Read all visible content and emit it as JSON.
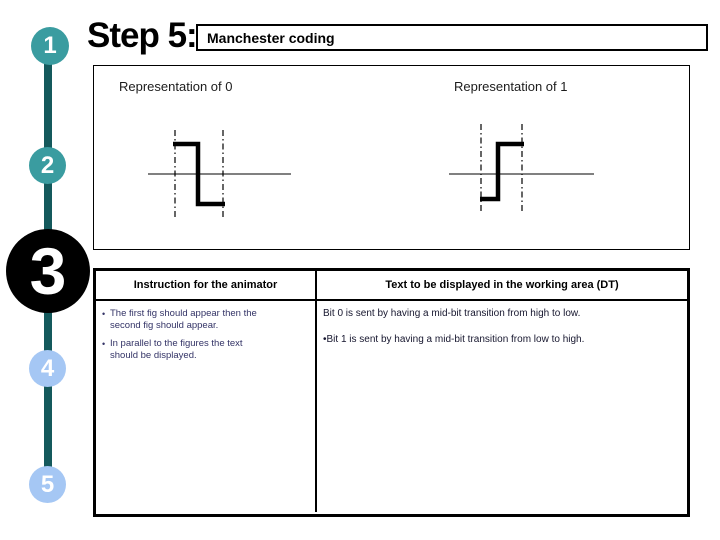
{
  "slide": {
    "background_color": "#ffffff"
  },
  "timeline": {
    "line_color": "#14595c",
    "steps": [
      {
        "label": "1",
        "color": "#3a9ca0",
        "current": false
      },
      {
        "label": "2",
        "color": "#3a9ca0",
        "current": false
      },
      {
        "label": "3",
        "color": "#000000",
        "current": true
      },
      {
        "label": "4",
        "color": "#a5c7f4",
        "current": false
      },
      {
        "label": "5",
        "color": "#a5c7f4",
        "current": false
      }
    ]
  },
  "header": {
    "step_label": "Step 5:",
    "topic": "Manchester coding"
  },
  "figure": {
    "label_0": "Representation of 0",
    "label_1": "Representation of 1",
    "waveform_0_description": "mid-bit transition from high to low",
    "waveform_1_description": "mid-bit transition from low to high"
  },
  "table": {
    "header_left": "Instruction for the animator",
    "header_right": "Text to be displayed in the working area (DT)",
    "left_text_color": "#333366",
    "right_text_color": "#16162e",
    "left_items": [
      {
        "bullet": "•",
        "text": "The first fig should appear  then the\nsecond fig should appear."
      },
      {
        "bullet": "•",
        "text": "In parallel to the figures the text\nshould be displayed."
      }
    ],
    "right_items": [
      {
        "text": "Bit 0 is sent by having a mid-bit transition from high to low."
      },
      {
        "text": "•Bit 1 is sent by having a mid-bit transition from low  to high."
      }
    ]
  }
}
